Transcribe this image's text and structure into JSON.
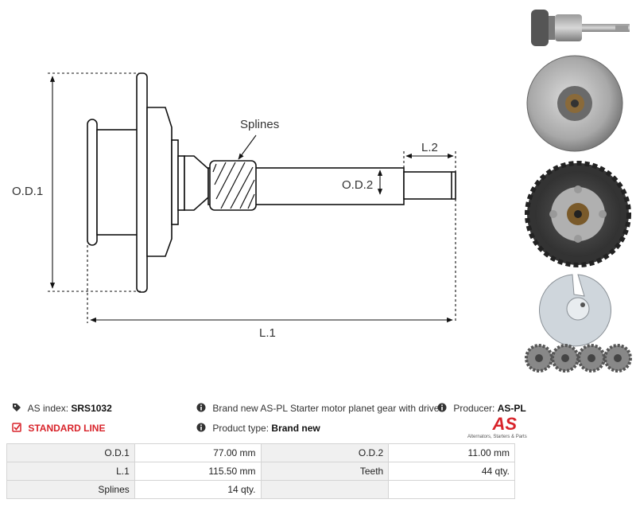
{
  "drawing": {
    "label_od1": "O.D.1",
    "label_od2": "O.D.2",
    "label_l1": "L.1",
    "label_l2": "L.2",
    "label_splines": "Splines"
  },
  "info": {
    "as_index_label": "AS index:",
    "as_index_value": "SRS1032",
    "standard_line": "STANDARD LINE",
    "description": "Brand new AS-PL Starter motor planet gear with drive",
    "product_type_label": "Product type:",
    "product_type_value": "Brand new",
    "producer_label": "Producer:",
    "producer_value": "AS-PL"
  },
  "logo": {
    "mark": "AS",
    "tagline": "Alternators, Starters & Parts"
  },
  "specs": [
    {
      "k1": "O.D.1",
      "v1": "77.00 mm",
      "k2": "O.D.2",
      "v2": "11.00 mm"
    },
    {
      "k1": "L.1",
      "v1": "115.50 mm",
      "k2": "Teeth",
      "v2": "44 qty."
    },
    {
      "k1": "Splines",
      "v1": "14 qty.",
      "k2": "",
      "v2": ""
    }
  ],
  "colors": {
    "accent": "#d8232a",
    "line": "#111111",
    "table_key_bg": "#f0f0f0"
  }
}
